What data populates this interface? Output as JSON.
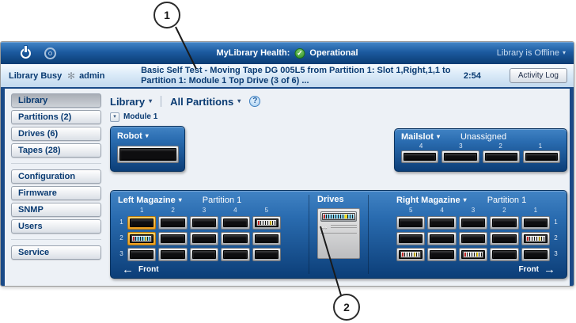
{
  "callouts": [
    {
      "label": "1"
    },
    {
      "label": "2"
    }
  ],
  "icons": {
    "chevron_down": "▾",
    "check": "✓",
    "help": "?",
    "spinner": "✻",
    "arrow_left": "←",
    "arrow_right": "→",
    "arrow_both": "↔"
  },
  "topbar": {
    "health_label": "MyLibrary Health:",
    "health_status": "Operational",
    "offline_label": "Library is Offline"
  },
  "statusbar": {
    "state": "Library Busy",
    "user": "admin",
    "message_line1": "Basic Self Test - Moving Tape DG 005L5 from Partition 1: Slot 1,Right,1,1 to",
    "message_line2": "Partition 1: Module 1 Top Drive (3 of 6) ...",
    "elapsed": "2:54",
    "activity_log_label": "Activity Log"
  },
  "sidebar": {
    "library": "Library",
    "partitions": "Partitions (2)",
    "drives": "Drives (6)",
    "tapes": "Tapes (28)",
    "configuration": "Configuration",
    "firmware": "Firmware",
    "snmp": "SNMP",
    "users": "Users",
    "service": "Service"
  },
  "main": {
    "nav_library": "Library",
    "nav_partitions": "All Partitions",
    "module_label": "Module 1",
    "robot_label": "Robot",
    "mailslot": {
      "label": "Mailslot",
      "assignment": "Unassigned",
      "numbers": [
        "4",
        "3",
        "2",
        "1"
      ],
      "slots": [
        "empty",
        "empty",
        "empty",
        "empty"
      ]
    },
    "drives": {
      "label": "Drives",
      "bays": [
        {
          "state": "tape-selected"
        },
        {
          "state": "empty"
        }
      ]
    },
    "left_magazine": {
      "label": "Left Magazine",
      "partition": "Partition 1",
      "front": "Front",
      "columns": [
        "1",
        "2",
        "3",
        "4",
        "5"
      ],
      "row_labels": [
        "1",
        "2",
        "3"
      ],
      "slots": [
        [
          "empty-selected",
          "empty",
          "empty",
          "empty",
          "tape"
        ],
        [
          "tape-selected",
          "empty",
          "empty",
          "empty",
          "empty"
        ],
        [
          "empty",
          "empty",
          "empty",
          "empty",
          "empty"
        ]
      ]
    },
    "right_magazine": {
      "label": "Right Magazine",
      "partition": "Partition 1",
      "front": "Front",
      "columns": [
        "5",
        "4",
        "3",
        "2",
        "1"
      ],
      "row_labels": [
        "1",
        "2",
        "3"
      ],
      "slots": [
        [
          "empty",
          "empty",
          "empty",
          "empty",
          "empty"
        ],
        [
          "empty",
          "empty",
          "empty",
          "empty",
          "tape"
        ],
        [
          "tape",
          "empty",
          "tape",
          "empty",
          "empty"
        ]
      ]
    }
  }
}
